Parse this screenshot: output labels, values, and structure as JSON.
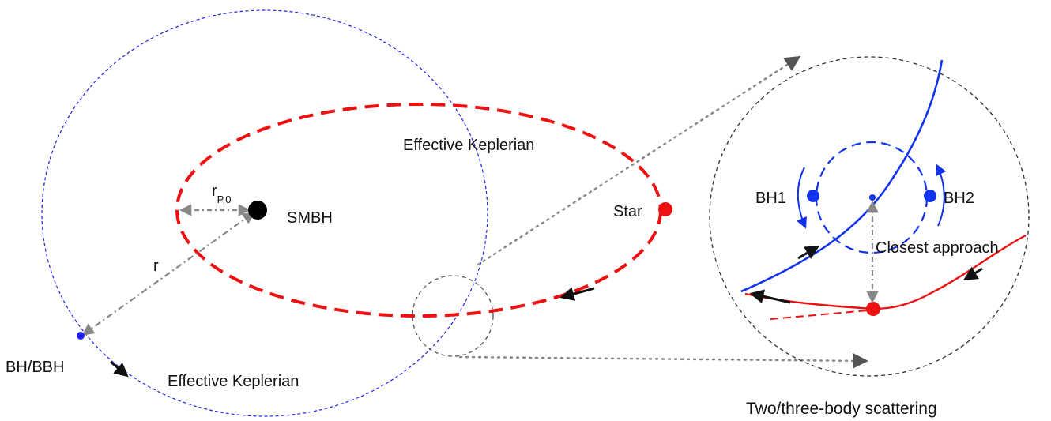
{
  "labels": {
    "smbh": "SMBH",
    "star": "Star",
    "bh_bbh": "BH/BBH",
    "radius": "r",
    "pericenter_main": "r",
    "pericenter_sub": "P,0",
    "star_orbit": "Effective Keplerian",
    "bh_orbit": "Effective Keplerian",
    "bh1": "BH1",
    "bh2": "BH2",
    "closest_approach": "Closest approach",
    "scattering": "Two/three-body scattering"
  },
  "colors": {
    "star_orbit": "#ee1111",
    "bh_orbit": "#2222ee",
    "binary": "#1133ee",
    "guide": "#888888",
    "outline": "#555555",
    "arrow": "#111111"
  }
}
